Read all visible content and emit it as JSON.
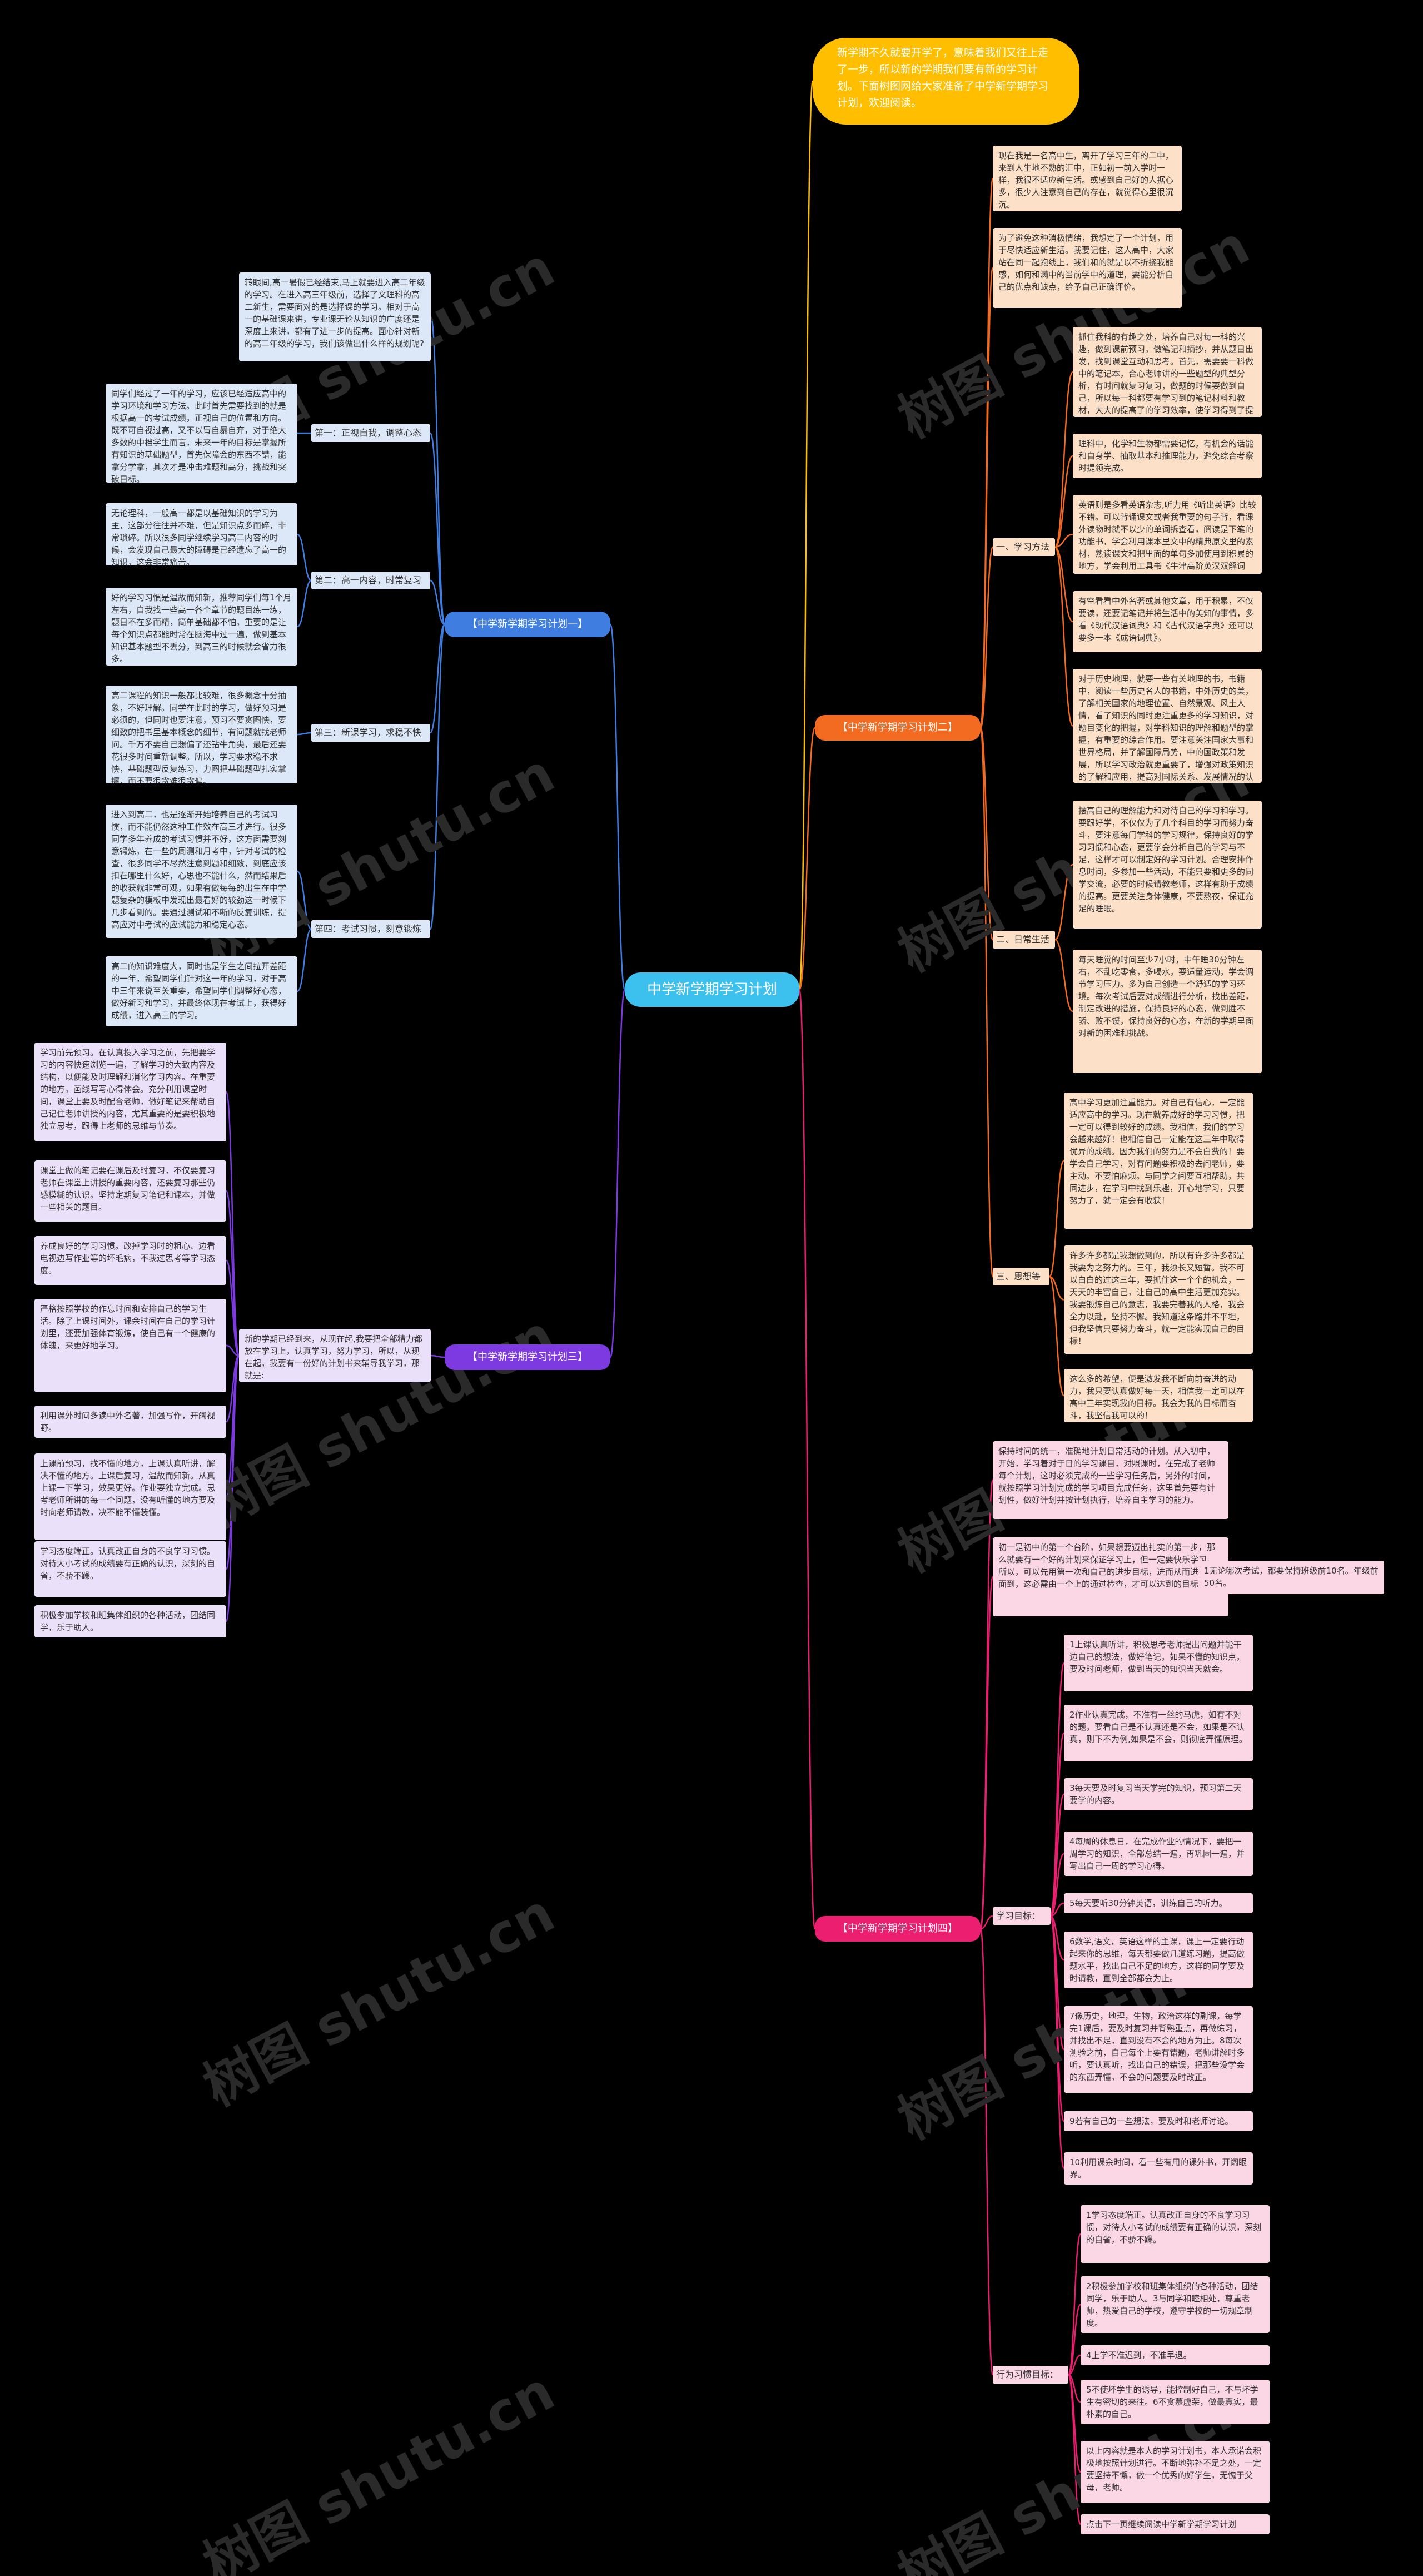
{
  "root": "中学新学期学习计划",
  "intro": "新学期不久就要开学了，意味着我们又往上走了一步，所以新的学期我们要有新的学习计划。下面树图网给大家准备了中学新学期学习计划，欢迎阅读。",
  "watermark": "树图 shutu.cn",
  "colors": {
    "root": "#3cc0ee",
    "intro": "#ffbf00",
    "plan1": "#3f7ee0",
    "plan2": "#f36a21",
    "plan3": "#7d3ae0",
    "plan4": "#eb1e70"
  },
  "plan1": {
    "label": "【中学新学期学习计划一】",
    "intro": "转眼间,高一暑假已经结束,马上就要进入高二年级的学习。在进入高三年级前，选择了文理科的高二新生，需要面对的是选择课的学习。相对于高一的基础课来讲，专业课无论从知识的广度还是深度上来讲，都有了进一步的提高。面心针对新的高二年级的学习，我们该做出什么样的规划呢?",
    "sections": [
      {
        "label": "第一：正视自我，调整心态",
        "leaves": [
          "同学们经过了一年的学习，应该已经适应高中的学习环境和学习方法。此时首先需要找到的就是根据高一的考试成绩，正视自己的位置和方向。既不可自视过高，又不以胃自暴自弃，对于绝大多数的中档学生而言，未来一年的目标是掌握所有知识的基础题型，首先保障会的东西不错，能拿分学拿，其次才是冲击难题和高分，挑战和突破目标。"
        ]
      },
      {
        "label": "第二：高一内容，时常复习",
        "leaves": [
          "无论理科，一般高一都是以基础知识的学习为主，这部分往往并不难，但是知识点多而碎，非常琐碎。所以很多同学继续学习高二内容的时候，会发现自己最大的障碍是已经遗忘了高一的知识，这会非常痛苦。",
          "好的学习习惯是温故而知新，推荐同学们每1个月左右，自我找一些高一各个章节的题目练一练，题目不在多而精，简单基础都不怕，重要的是让每个知识点都能时常在脑海中过一遍，做到基本知识基本题型不丢分，到高三的时候就会省力很多。"
        ]
      },
      {
        "label": "第三：新课学习，求稳不快",
        "leaves": [
          "高二课程的知识一般都比较难，很多概念十分抽象，不好理解。同学在此时的学习，做好预习是必须的，但同时也要注意，预习不要贪图快，要细致的把书里基本概念的细节，有问题就找老师问。千万不要自己想偏了还钻牛角尖，最后还要花很多时间重新调整。所以，学习要求稳不求快，基础题型反复练习，力图把基础题型扎实掌握，而不要很贪难很贪偏。"
        ]
      },
      {
        "label": "第四：考试习惯，刻意锻炼",
        "leaves": [
          "进入到高二，也是逐渐开始培养自己的考试习惯，而不能仍然这种工作效在高三才进行。很多同学多年养成的考试习惯并不好，这方面需要刻意锻炼，在一些的周测和月考中，针对考试的检查，很多同学不尽然注意到题和细致，到底应该扣在哪里什么好，心思也不能什么，然而结果后的收获就非常可观，如果有做每每的出生在中学题复杂的模板中发现出最看好的较劲这一时候下几步看到的。要通过测试和不断的反复训练，提高应对中考试的应试能力和稳定心态。",
          "高二的知识难度大，同时也是学生之间拉开差距的一年，希望同学们针对这一年的学习，对于高中三年来说至关重要，希望同学们调整好心态，做好新习和学习，并最终体现在考试上，获得好成绩，进入高三的学习。"
        ]
      }
    ]
  },
  "plan2": {
    "label": "【中学新学期学习计划二】",
    "intro": [
      "现在我是一名高中生，离开了学习三年的二中，来到人生地不熟的汇中，正如初一前入学时一样，我很不适应新生活。或感到自己好的人据心多，很少人注意到自己的存在，就觉得心里很沉沉。",
      "为了避免这种消极情绪，我想定了一个计划，用于尽快适应新生活。我要记住，这人高中，大家站在同一起跑线上，我们和的就是以不折挠我能感，如何和满中的当前学中的道理，要能分析自己的优点和缺点，给予自己正确评价。"
    ],
    "sections": [
      {
        "label": "一、学习方法",
        "leaves": [
          "抓住我科的有趣之处，培养自己对每一科的兴趣，做到课前预习，做笔记和摘抄，并从题目出发，找到课堂互动和思考。首先，需要要一科做中的笔记本，合心老师讲的一些题型的典型分析，有时间就复习复习，做题的时候要做到自己，所以每一科都要有学习到的笔记材料和教材，大大的提高了的学习效率，使学习得到了提高。",
          "理科中，化学和生物都需要记忆，有机会的话能和自身学、抽取基本和推理能力，避免综合考察时提领完成。",
          "英语则是多看英语杂志,听力用《听出英语》比较不错。可以背诵课文或者我重要的句子背，看课外读物时就不以少的单词拆查看，阅读是下笔的功能书，学会利用课本里文中的精典原文里的素材，熟读课文和把里面的单句多加使用到积累的地方，学会利用工具书《牛津高阶英汉双解词典》等，网络及报刊扩大阅读量。",
          "有空看看中外名著或其他文章，用于积累，不仅要读，还要记笔记并将生活中的美知的事情，多看《现代汉语词典》和《古代汉语字典》还可以要多一本《成语词典》。",
          "对于历史地理，就要一些有关地理的书，书籍中，阅读一些历史名人的书籍，中外历史的美，了解相关国家的地理位置、自然景观、风土人情，看了知识的同时更注重更多的学习知识，对题目变化的把握，对学科知识的理解和题型的掌握，有重要的综合作用。要注意关注国家大事和世界格局，并了解国际局势，中的国政策和发展，所以学习政治就更重要了，增强对政策知识的了解和应用，提高对国际关系、发展情况的认识和理解。"
        ]
      },
      {
        "label": "二、日常生活",
        "leaves": [
          "摆高自己的理解能力和对待自己的学习和学习。要跟好学，不仅仅为了几个科目的学习而努力奋斗，要注意每门学科的学习规律，保持良好的学习习惯和心态，更要学会分析自己的学习与不足，这样才可以制定好的学习计划。合理安排作息时间，多参加一些活动，不能只要和更多的同学交流，必要的时候请教老师，这样有助于成绩的提高。更要关注身体健康，不要熬夜，保证充足的睡眠。",
          "每天睡觉的时间至少7小时，中午睡30分钟左右，不乱吃零食，多喝水，要适量运动，学会调节学习压力。多为自己创造一个舒适的学习环境。每次考试后要对成绩进行分析，找出差距，制定改进的措施，保持良好的心态，做到胜不骄、败不馁，保持良好的心态，在新的学期里面对新的困难和挑战。"
        ]
      },
      {
        "label": "三、思想等",
        "leaves": [
          "高中学习更加注重能力。对自己有信心，一定能适应高中的学习。现在就养成好的学习习惯，把一定可以得到较好的成绩。我相信，我们的学习会越来越好！也相信自己一定能在这三年中取得优异的成绩。因为我们的努力是不会白费的！要学会自己学习，对有问题要积极的去问老师，要主动。不要怕麻烦。与同学之间要互相帮助，共同进步，在学习中找到乐趣，开心地学习，只要努力了，就一定会有收获！",
          "许多许多都是我想做到的，所以有许多许多都是我要为之努力的。三年，我须长又短暂。我不可以白白的过这三年，要抓住这一个个的机会，一天天的丰富自己，让自己的高中生活更加充实。我要锻炼自己的意志，我要完善我的人格，我会全力以赴，坚持不懈。我知道这条路并不平坦，但我坚信只要努力奋斗，就一定能实现自己的目标！",
          "这么多的希望，便是激发我不断向前奋进的动力，我只要认真做好每一天，相信我一定可以在高中三年实现我的目标。我会为我的目标而奋斗，我坚信我可以的！"
        ]
      }
    ]
  },
  "plan3": {
    "label": "【中学新学期学习计划三】",
    "intro": "新的学期已经到来，从现在起,我要把全部精力都放在学习上，认真学习，努力学习，所以，从现在起，我要有一份好的计划书来辅导我学习，那就是:",
    "leaves": [
      "学习前先预习。在认真投入学习之前，先把要学习的内容快速浏览一遍，了解学习的大致内容及结构，以便能及时理解和消化学习内容。在重要的地方，画线写写心得体会。充分利用课堂时间，课堂上要及时配合老师，做好笔记来帮助自己记住老师讲授的内容，尤其重要的是要积极地独立思考，跟得上老师的思维与节奏。",
      "课堂上做的笔记要在课后及时复习，不仅要复习老师在课堂上讲授的重要内容，还要复习那些仍感模糊的认识。坚持定期复习笔记和课本，并做一些相关的题目。",
      "养成良好的学习习惯。改掉学习时的粗心、边看电视边写作业等的坏毛病，不我过思考等学习态度。",
      "严格按照学校的作息时间和安排自己的学习生活。除了上课时间外，课余时间在自己的学习计划里，还要加强体育锻炼，使自己有一个健康的体魄，来更好地学习。",
      "利用课外时间多读中外名著，加强写作，开阔视野。",
      "上课前预习，找不懂的地方，上课认真听讲，解决不懂的地方。上课后复习，温故而知新。从真上课一下学习，效果更好。作业要独立完成。思考老师所讲的每一个问题，没有听懂的地方要及时向老师请教，决不能不懂装懂。",
      "学习态度端正。认真改正自身的不良学习习惯。对待大小考试的成绩要有正确的认识，深刻的自省，不骄不躁。",
      "积极参加学校和班集体组织的各种活动，团结同学，乐于助人。"
    ]
  },
  "plan4": {
    "label": "【中学新学期学习计划四】",
    "intro1": "保持时间的统一，准确地计划日常活动的计划。从入初中，开始，学习着对于日的学习课目，对照课时，在完成了老师每个计划，这时必须完成的一些学习任务后，另外的时间，就按照学习计划完成的学习项目完成任务，这里首先要有计划性，做好计划并按计划执行，培养自主学习的能力。",
    "intro2": "初一是初中的第一个台阶，如果想要迈出扎实的第一步，那么就要有一个好的计划来保证学习上，但一定要快乐学习。所以，可以先用第一次和自己的进步目标，进而从而进入前面到，这必需由一个上的通过检查，才可以达到的目标。",
    "note": "1无论哪次考试，都要保持班级前10名。年级前50名。",
    "sections": [
      {
        "label": "学习目标：",
        "leaves": [
          "1上课认真听讲，积极思考老师提出问题并能干边自己的想法，做好笔记，如果不懂的知识点，要及时问老师，做到当天的知识当天就会。",
          "2作业认真完成，不准有一丝的马虎，如有不对的题，要看自己是不认真还是不会，如果是不认真，则下不为例,如果是不会，则彻底弄懂原理。",
          "3每天要及时复习当天学完的知识，预习第二天要学的内容。",
          "4每周的休息日，在完成作业的情况下，要把一周学习的知识，全部总结一遍，再巩固一遍，并写出自己一周的学习心得。",
          "5每天要听30分钟英语，训练自己的听力。",
          "6数学,语文，英语这样的主课，课上一定要行动起来你的思维，每天都要做几道练习题，提高做题水平，找出自己不足的地方，这样的同学要及时请教，直到全部都会为止。",
          "7像历史，地理，生物，政治这样的副课，每学完1课后，要及时复习并背熟重点，再做练习，并找出不足，直到没有不会的地方为止。8每次测验之前，自己每个上要有错题，老师讲解时多听，要认真听，找出自己的错误，把那些没学会的东西弄懂，不会的问题要及时改正。",
          "9若有自己的一些想法，要及时和老师讨论。",
          "10利用课余时间，看一些有用的课外书，开阔眼界。"
        ]
      },
      {
        "label": "行为习惯目标：",
        "leaves": [
          "1学习态度端正。认真改正自身的不良学习习惯，对待大小考试的成绩要有正确的认识，深刻的自省，不骄不躁。",
          "2积极参加学校和班集体组织的各种活动，团结同学，乐于助人。3与同学和睦相处，尊重老师，热爱自己的学校，遵守学校的一切规章制度。",
          "4上学不准迟到，不准早退。",
          "5不使坏学生的诱导，能控制好自己，不与坏学生有密切的来往。6不贪慕虚荣，做最真实，最朴素的自己。",
          "以上内容就是本人的学习计划书，本人承诺会积极地按照计划进行。不断地弥补不足之处，一定要坚持不懈，做一个优秀的好学生，无愧于父母，老师。"
        ]
      }
    ],
    "footer": "点击下一页继续阅读中学新学期学习计划"
  }
}
